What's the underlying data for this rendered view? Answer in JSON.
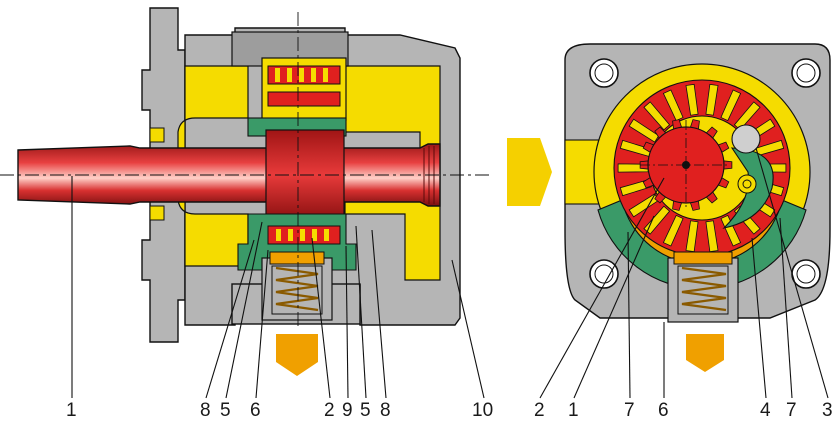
{
  "callouts": {
    "left": [
      "1",
      "8",
      "5",
      "6",
      "2",
      "9",
      "5",
      "8",
      "10"
    ],
    "right": [
      "2",
      "1",
      "7",
      "6",
      "4",
      "7",
      "3"
    ]
  },
  "colors": {
    "housing": "#b5b5b5",
    "housing_dark": "#8e8e8e",
    "oil_channel": "#f5dc00",
    "shaft": "#d42a2a",
    "gear_teeth": "#e0201f",
    "seal_green": "#3a9a68",
    "spring_orange": "#f0a000",
    "flow_arrow_in": "#f5d000",
    "flow_arrow_out": "#f0a000"
  },
  "icons": {
    "inlet_arrow": "arrow-right-icon",
    "outlet_arrow": "arrow-down-icon"
  }
}
